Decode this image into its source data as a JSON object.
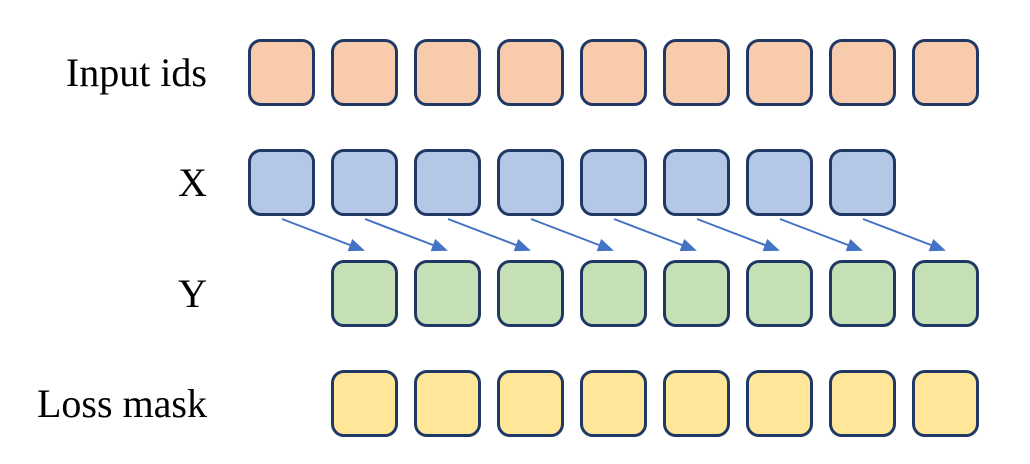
{
  "diagram": {
    "background": "#FFFFFF",
    "text_color": "#000000",
    "square_border_color": "#1F3864",
    "rows": [
      {
        "id": "input-ids",
        "label": "Input ids",
        "fill": "#F8CBAD",
        "count": 9,
        "slot_offset": 0
      },
      {
        "id": "x",
        "label": "X",
        "fill": "#B4C7E7",
        "count": 8,
        "slot_offset": 0
      },
      {
        "id": "y",
        "label": "Y",
        "fill": "#C5E0B4",
        "count": 8,
        "slot_offset": 1
      },
      {
        "id": "loss-mask",
        "label": "Loss mask",
        "fill": "#FFE699",
        "count": 8,
        "slot_offset": 1
      }
    ],
    "arrows": {
      "count": 8,
      "color": "#4472C4",
      "from_row": "X",
      "to_row": "Y"
    }
  }
}
